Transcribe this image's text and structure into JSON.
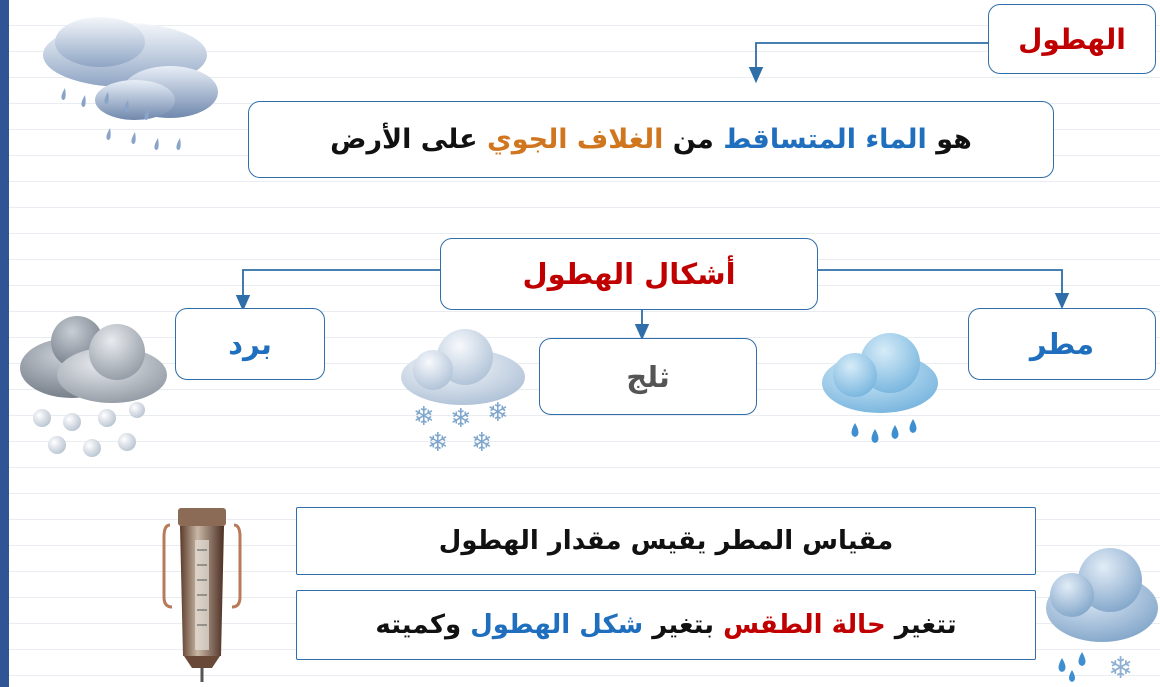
{
  "title": "الهطول",
  "definition": {
    "p1": "هو ",
    "p2": "الماء المتساقط",
    "p3": " من ",
    "p4": "الغلاف الجوي",
    "p5": " على الأرض"
  },
  "forms_title": "أشكال الهطول",
  "forms": {
    "rain": "مطر",
    "snow": "ثلج",
    "hail": "برد"
  },
  "gauge_text": "مقياس المطر يقيس مقدار الهطول",
  "weather_sentence": {
    "p1": "تتغير ",
    "p2": "حالة الطقس",
    "p3": " بتغير ",
    "p4": "شكل الهطول",
    "p5": " وكميته"
  },
  "colors": {
    "border": "#2f6ea8",
    "title_red": "#c00000",
    "accent_blue": "#1f6fbe",
    "accent_orange": "#d0761e",
    "left_bar": "#2f5597"
  },
  "icons": [
    "rain-cloud-icon",
    "snow-cloud-icon",
    "hail-cloud-icon",
    "storm-cloud-icon",
    "rain-gauge-icon",
    "rain-snow-cloud-icon"
  ]
}
